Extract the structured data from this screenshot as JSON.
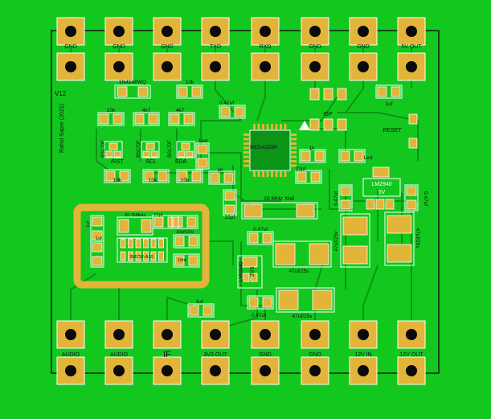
{
  "colors": {
    "board": "#12c81e",
    "copper": "#0c9416",
    "pad": "#e3b43a",
    "silk": "#ffffff",
    "hole": "#0a0a0a",
    "ink": "#111111"
  },
  "top_header": [
    "GND",
    "GND",
    "GND",
    "TXD",
    "RXD",
    "GND",
    "GND",
    "5V OUT"
  ],
  "bottom_header": [
    "AUDIO",
    "AUDIO",
    "IF",
    "3V3 OUT",
    "GND",
    "GND",
    "12V IN",
    "12V OUT"
  ],
  "version": "V12",
  "author": "Rahul Sapre (2021)",
  "labels": {
    "diode": "1N4148WQ",
    "r_10k_top": "10k",
    "r_10k_a": "10k",
    "r_4k7_a": "4k7",
    "r_4k7_b": "4k7",
    "c_047_top": "0.47uf",
    "isp": "ISP",
    "c_1uf_top": "1uf",
    "reset": "RESET",
    "mcu": "MEGA328P",
    "fet1": "BS170F",
    "fet2": "BS170F",
    "fet3": "BS170F",
    "rst": "/RST",
    "scl": "SCL",
    "sda": "SDA",
    "r_10k_b": "10k",
    "r_10k_c": "10k",
    "r_10k_d": "10k",
    "led_left": "Led",
    "r_1k_a": "1k",
    "r_1k_b": "1k",
    "led_right": "Led",
    "c_22pf_a": "22pf",
    "c_22pf_b": "22pf",
    "crystal": "16 MHz Xtal",
    "reg5v": "LM2940",
    "reg5v_out": "5V",
    "c_047_v1": "0.47uf",
    "c_047_v2": "0.47uf",
    "c_47_v1": "47uf/25v",
    "c_47_v2": "47uf/25v",
    "osc": "32.768kHz",
    "c_22pf_c": "22pf",
    "c_22pf_d": "22pf",
    "c_1uf_a": "1uf",
    "c_10uf": "10uf/16V",
    "radio": "SM732-A10",
    "c_1uf_b": "1uf",
    "c_10nf": "10nf",
    "c_047_mid": "0.47uf",
    "reg33": "LM3940",
    "reg33_out": "3V3",
    "c_47_h1": "47uf/25v",
    "c_47_h2": "47uf/25v",
    "c_1uf_c": "1uf",
    "c_047_bot": "0.47uf"
  }
}
